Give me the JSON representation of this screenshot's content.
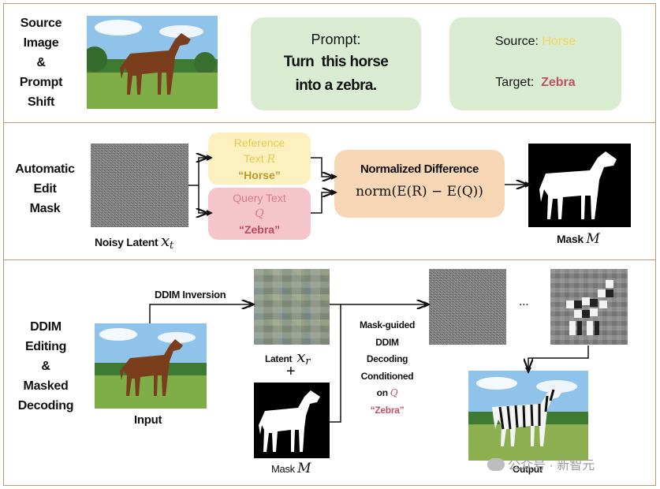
{
  "colors": {
    "panel_border": "#b89a6e",
    "green_box": "#d9ecd2",
    "reference_box": "#fdf1c0",
    "query_box": "#f4c6cc",
    "difference_box": "#f7d6b5",
    "horse_word": "#f3d55b",
    "zebra_word": "#c0506a"
  },
  "panel1": {
    "title": [
      "Source",
      "Image",
      "&",
      "Prompt",
      "Shift"
    ],
    "prompt_heading": "Prompt:",
    "prompt_line1": "Turn  this horse",
    "prompt_line2": "into a zebra.",
    "source_label": "Source: ",
    "source_value": "Horse",
    "target_label": "Target:  ",
    "target_value": "Zebra"
  },
  "panel2": {
    "title": [
      "Automatic",
      "Edit",
      "Mask"
    ],
    "noisy_label": "Noisy Latent ",
    "noisy_symbol": "x",
    "noisy_sub": "t",
    "reference_line1": "Reference",
    "reference_line2": "Text ",
    "reference_symbol": "R",
    "reference_word": "“Horse”",
    "query_line1": "Query Text",
    "query_symbol": "Q",
    "query_word": "“Zebra”",
    "diff_title": "Normalized Difference",
    "diff_formula": "norm(E(R) − E(Q))",
    "mask_label": "Mask ",
    "mask_symbol": "M"
  },
  "panel3": {
    "title": [
      "DDIM",
      "Editing",
      "&",
      "Masked",
      "Decoding"
    ],
    "input_label": "Input",
    "ddim_inversion": "DDIM Inversion",
    "latent_label": "Latent  ",
    "latent_symbol": "x",
    "latent_sub": "r",
    "plus": "+",
    "mask_label": "Mask ",
    "mask_symbol": "M",
    "guided": [
      "Mask-guided",
      "DDIM",
      "Decoding",
      "Conditioned"
    ],
    "on_label": "on ",
    "on_symbol": "Q",
    "zebra_word": "“Zebra”",
    "ellipsis": "...",
    "output_label": "Output"
  },
  "watermark": "公众号 · 新智元",
  "icons": [
    "horse-photo",
    "zebra-photo",
    "horse-mask",
    "noise-latent",
    "pixel-latent",
    "wechat-icon"
  ]
}
